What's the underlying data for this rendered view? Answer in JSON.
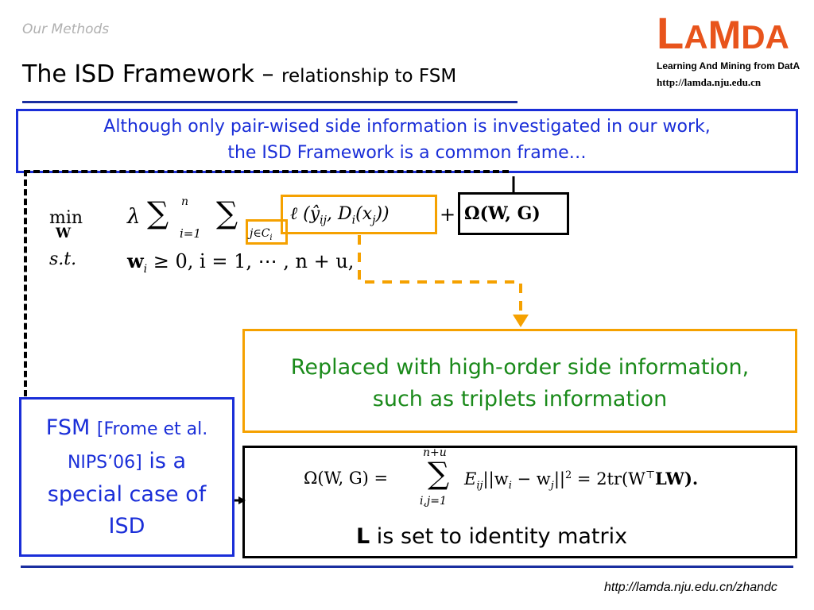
{
  "header": {
    "section": "Our Methods",
    "title_main": "The ISD Framework",
    "title_sep": " – ",
    "title_sub": "relationship to FSM"
  },
  "logo": {
    "word_l": "L",
    "word_a1": "A",
    "word_m": "M",
    "word_da": "DA",
    "tagline": "Learning And Mining from DatA",
    "url": "http://lamda.nju.edu.cn"
  },
  "note": {
    "line1": "Although only pair-wised side information is investigated in our work,",
    "line2": "the ISD Framework is a common frame…"
  },
  "formula": {
    "min": "min",
    "min_var": "W",
    "st": "s.t.",
    "lambda": "λ",
    "sum1": "∑",
    "sum1_top": "n",
    "sum1_bottom": "i=1",
    "sum2": "∑",
    "sum2_bottom": "j∈C",
    "sum2_bottom_sub": "i",
    "loss": "ℓ (ŷ",
    "loss_sub1": "ij",
    "loss_mid": ", D",
    "loss_sub2": "i",
    "loss_end": "(x",
    "loss_sub3": "j",
    "loss_close": "))",
    "plus": "+",
    "reg": "Ω(W, G)",
    "constraint": "w",
    "constraint_sub": "i",
    "constraint_rest": " ≥ 0, i = 1, ⋯ , n + u,"
  },
  "fsm_box": {
    "fsm": "FSM",
    "cite1": "[Frome et al.",
    "cite2": "NIPS’06]",
    "line2_end": "is a",
    "line3": "special case of",
    "line4": "ISD"
  },
  "orange_box": {
    "line1": "Replaced with high-order side information,",
    "line2": "such as triplets information"
  },
  "black_box": {
    "eq_lhs": "Ω(W, G) =",
    "eq_sum": "∑",
    "eq_sum_top": "n+u",
    "eq_sum_bottom": "i,j=1",
    "eq_term": "E",
    "eq_term_sub": "ij",
    "eq_term_rest": "||w",
    "eq_w_sub1": "i",
    "eq_minus": " − w",
    "eq_w_sub2": "j",
    "eq_norm": "||",
    "eq_sq": "2",
    "eq_rhs": " = 2tr(W",
    "eq_T": "⊤",
    "eq_rhs_end": "LW).",
    "note_bold": "L",
    "note_rest": " is set to identity matrix"
  },
  "footer": {
    "url": "http://lamda.nju.edu.cn/zhandc"
  },
  "colors": {
    "accent_blue": "#1a2ed8",
    "rule_blue": "#1a2ea0",
    "orange": "#f5a100",
    "green": "#1a8a1a",
    "logo_orange": "#e8541c"
  }
}
